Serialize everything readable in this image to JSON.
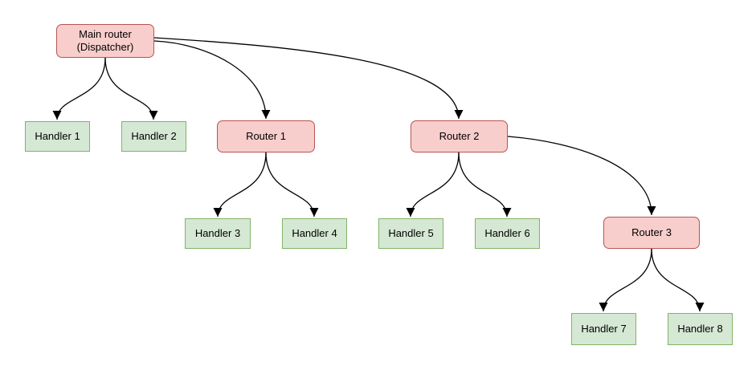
{
  "diagram": {
    "nodes": {
      "main_router": {
        "label": "Main router\n(Dispatcher)",
        "type": "router"
      },
      "handler1": {
        "label": "Handler 1",
        "type": "handler"
      },
      "handler2": {
        "label": "Handler 2",
        "type": "handler"
      },
      "router1": {
        "label": "Router 1",
        "type": "router"
      },
      "router2": {
        "label": "Router 2",
        "type": "router"
      },
      "handler3": {
        "label": "Handler 3",
        "type": "handler"
      },
      "handler4": {
        "label": "Handler 4",
        "type": "handler"
      },
      "handler5": {
        "label": "Handler 5",
        "type": "handler"
      },
      "handler6": {
        "label": "Handler 6",
        "type": "handler"
      },
      "router3": {
        "label": "Router 3",
        "type": "router"
      },
      "handler7": {
        "label": "Handler 7",
        "type": "handler"
      },
      "handler8": {
        "label": "Handler 8",
        "type": "handler"
      }
    },
    "edges": [
      {
        "from": "main_router",
        "to": "handler1"
      },
      {
        "from": "main_router",
        "to": "handler2"
      },
      {
        "from": "main_router",
        "to": "router1"
      },
      {
        "from": "main_router",
        "to": "router2"
      },
      {
        "from": "router1",
        "to": "handler3"
      },
      {
        "from": "router1",
        "to": "handler4"
      },
      {
        "from": "router2",
        "to": "handler5"
      },
      {
        "from": "router2",
        "to": "handler6"
      },
      {
        "from": "router2",
        "to": "router3"
      },
      {
        "from": "router3",
        "to": "handler7"
      },
      {
        "from": "router3",
        "to": "handler8"
      }
    ],
    "colors": {
      "router_fill": "#f8cecc",
      "router_border": "#b85450",
      "handler_fill": "#d5e8d4",
      "handler_border": "#82b366",
      "edge_color": "#000000",
      "background": "#ffffff"
    }
  }
}
